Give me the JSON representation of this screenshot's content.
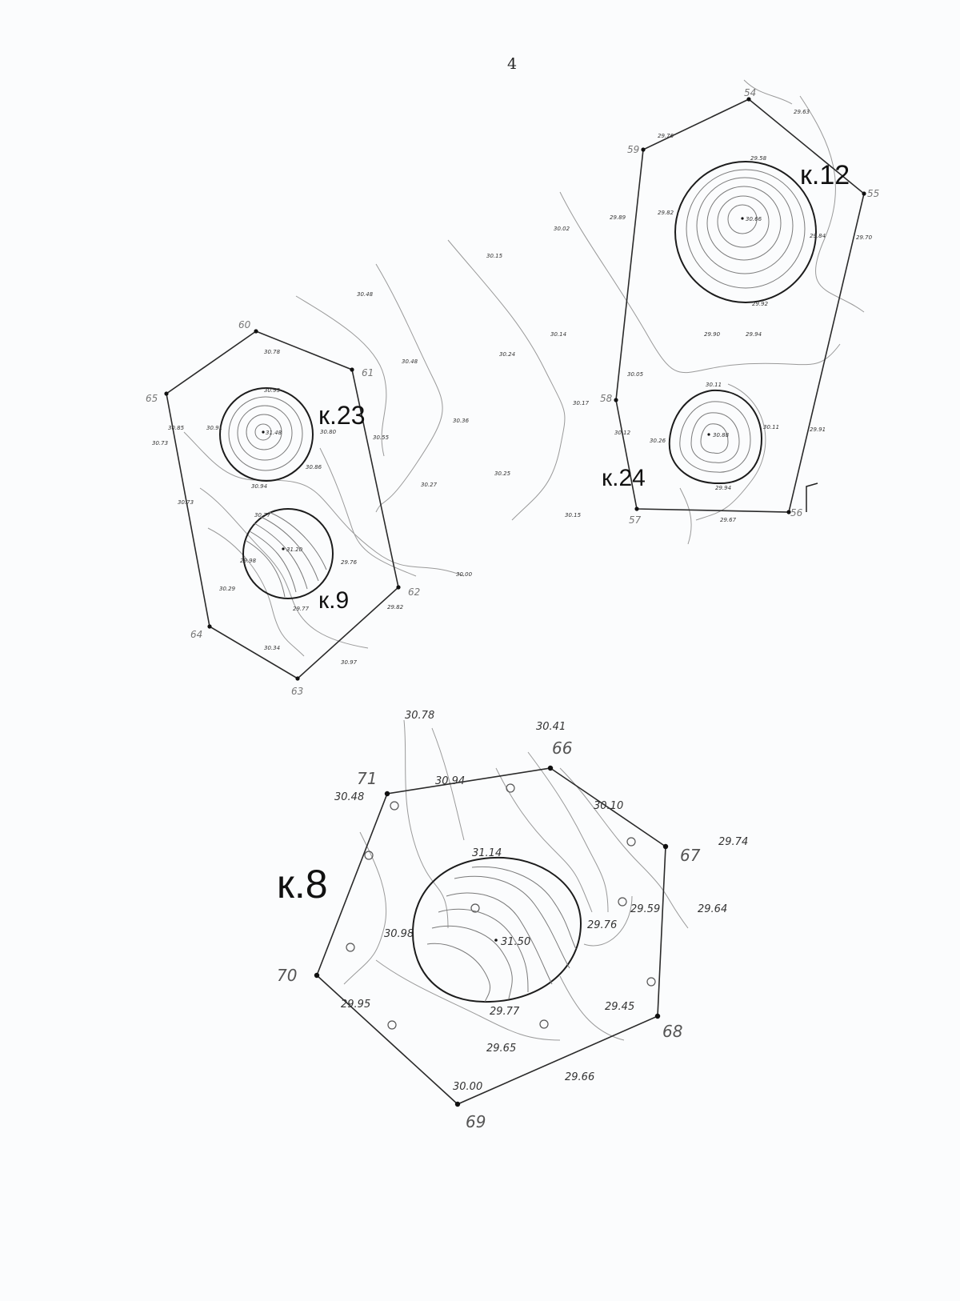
{
  "page_number": "4",
  "plans": {
    "k12": {
      "label": "к.12",
      "vertices": [
        "54",
        "55",
        "56",
        "57",
        "58",
        "59"
      ],
      "center_elevation": "30.66",
      "rim_elevations": [
        "29.58",
        "29.82",
        "29.84",
        "29.92"
      ],
      "spot_heights": [
        "29.63",
        "29.76",
        "29.89",
        "29.70",
        "30.02",
        "30.15",
        "29.90",
        "29.94"
      ]
    },
    "k24": {
      "label": "к.24",
      "center_elevation": "30.88",
      "rim_elevations": [
        "30.11",
        "30.26",
        "30.11",
        "29.94"
      ],
      "spot_heights": [
        "30.05",
        "30.17",
        "30.12",
        "29.91",
        "29.67",
        "30.15",
        "30.25",
        "30.14",
        "30.24"
      ]
    },
    "k23": {
      "label": "к.23",
      "vertices": [
        "60",
        "61",
        "62",
        "63",
        "64",
        "65"
      ],
      "center_elevation": "31.48",
      "rim_elevations": [
        "30.95",
        "30.91",
        "30.80",
        "30.86",
        "30.94"
      ],
      "spot_heights": [
        "30.48",
        "30.78",
        "30.48",
        "30.85",
        "30.73",
        "30.55",
        "30.36",
        "30.27",
        "30.73"
      ]
    },
    "k9": {
      "label": "к.9",
      "center_elevation": "31.20",
      "rim_elevations": [
        "30.77",
        "29.98"
      ],
      "spot_heights": [
        "29.76",
        "30.00",
        "29.82",
        "30.29",
        "29.77",
        "30.34",
        "30.97"
      ]
    },
    "k8": {
      "label": "к.8",
      "vertices": [
        "66",
        "67",
        "68",
        "69",
        "70",
        "71"
      ],
      "center_elevation": "31.50",
      "rim_elevations": [
        "31.14",
        "30.98",
        "29.76",
        "29.77"
      ],
      "spot_heights": [
        "30.78",
        "30.41",
        "30.48",
        "30.94",
        "30.10",
        "29.74",
        "29.59",
        "29.64",
        "29.45",
        "29.95",
        "29.65",
        "29.66",
        "30.00"
      ]
    }
  }
}
